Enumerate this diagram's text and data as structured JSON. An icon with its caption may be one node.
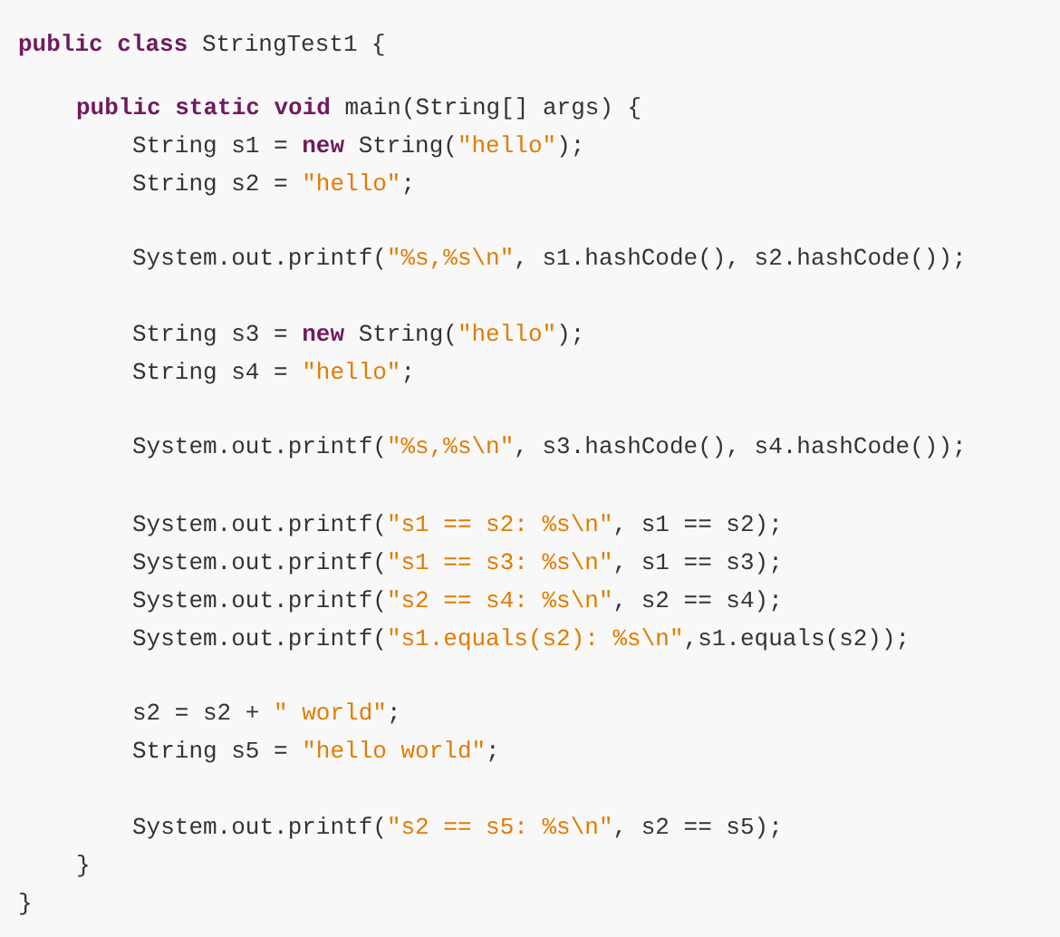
{
  "diagram": {
    "labels": [
      "**public** **class** StringTest1 {",
      "**public** **static** **void** main(String[] args) {",
      "String s1 = **new** String(\"hello\");",
      "String s2 = \"hello\";",
      "System.out.printf(\"%s,%s\\n\", s1.hashCode(), s2.hashCode());",
      "String s3 = **new** String(\"hello\");",
      "String s4 = \"hello\";",
      "System.out.printf(\"%s,%s\\n\", s3.hashCode(), s4.hashCode());",
      "System.out.printf(\"s1 == s2: %s\\n\", s1 == s2);",
      "System.out.printf(\"s1 == s3: %s\\n\", s1 == s3);",
      "System.out.printf(\"s2 == s4: %s\\n\", s2 == s4);",
      "System.out.printf(\"s1.equals(s2): %s\\n\",s1.equals(s2));",
      "s2 = s2 + \" world\";",
      "String s5 = \"hello world\";",
      "System.out.printf(\"s2 == s5: %s\\n\", s2 == s5);",
      "}",
      "}"
    ]
  }
}
